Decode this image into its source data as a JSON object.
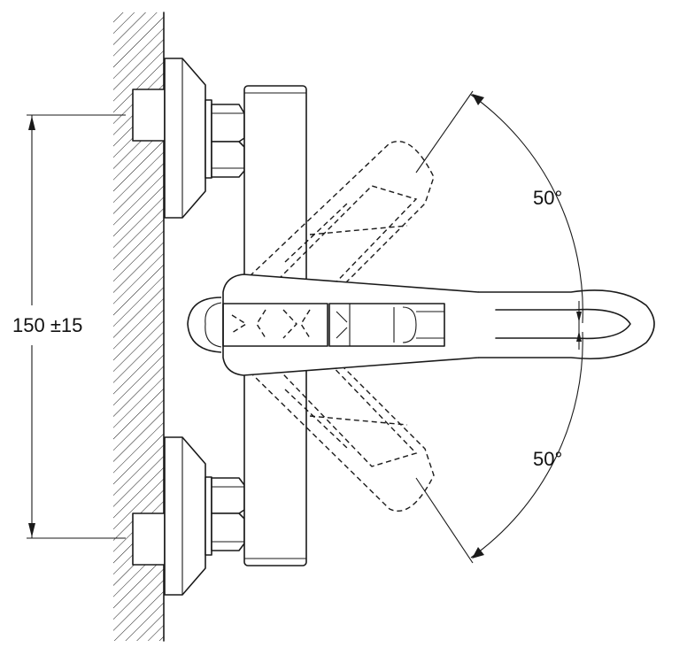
{
  "dimension": {
    "text": "150 ±15"
  },
  "rotation": {
    "upper_text": "50°",
    "lower_text": "50°",
    "upper_degrees": 50,
    "lower_degrees": 50
  }
}
